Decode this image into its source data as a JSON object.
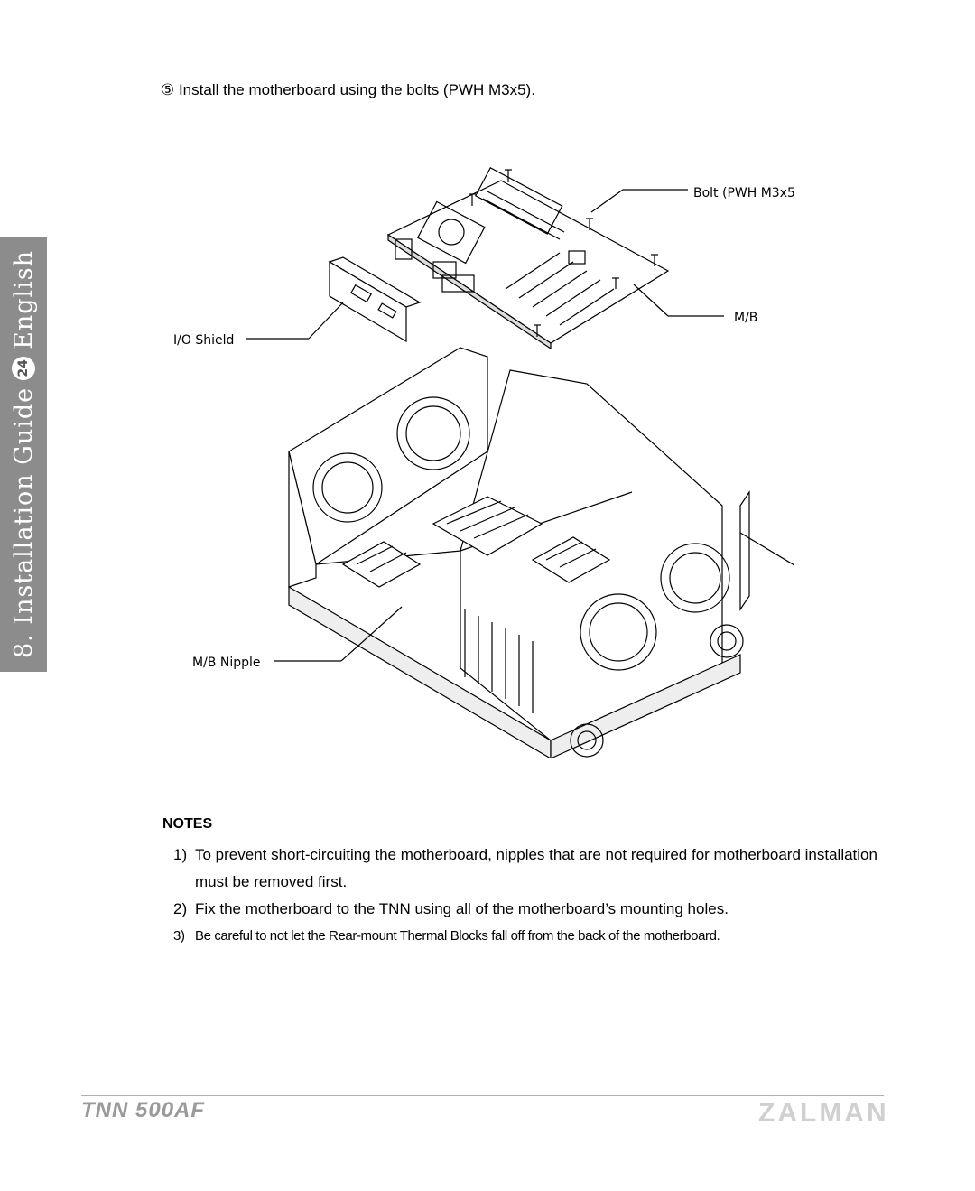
{
  "side_tab": {
    "section": "8. Installation Guide",
    "page_number": "24",
    "language": "English"
  },
  "step": {
    "text": "⑤ Install the motherboard using the bolts (PWH M3x5)."
  },
  "diagram": {
    "labels": {
      "bolt": "Bolt (PWH M3x5)",
      "mb": "M/B",
      "io_shield": "I/O Shield",
      "mb_nipple": "M/B Nipple"
    }
  },
  "notes": {
    "title": "NOTES",
    "items": [
      {
        "num": "1)",
        "text": "To prevent short-circuiting the motherboard, nipples that are not required for motherboard installation must be removed first."
      },
      {
        "num": "2)",
        "text": "Fix the motherboard to the TNN using all of the motherboard’s mounting holes."
      },
      {
        "num": "3)",
        "text": "Be careful to not let the Rear-mount Thermal Blocks fall off from the back of the motherboard."
      }
    ]
  },
  "footer": {
    "model": "TNN 500AF",
    "brand": "ZALMAN"
  }
}
